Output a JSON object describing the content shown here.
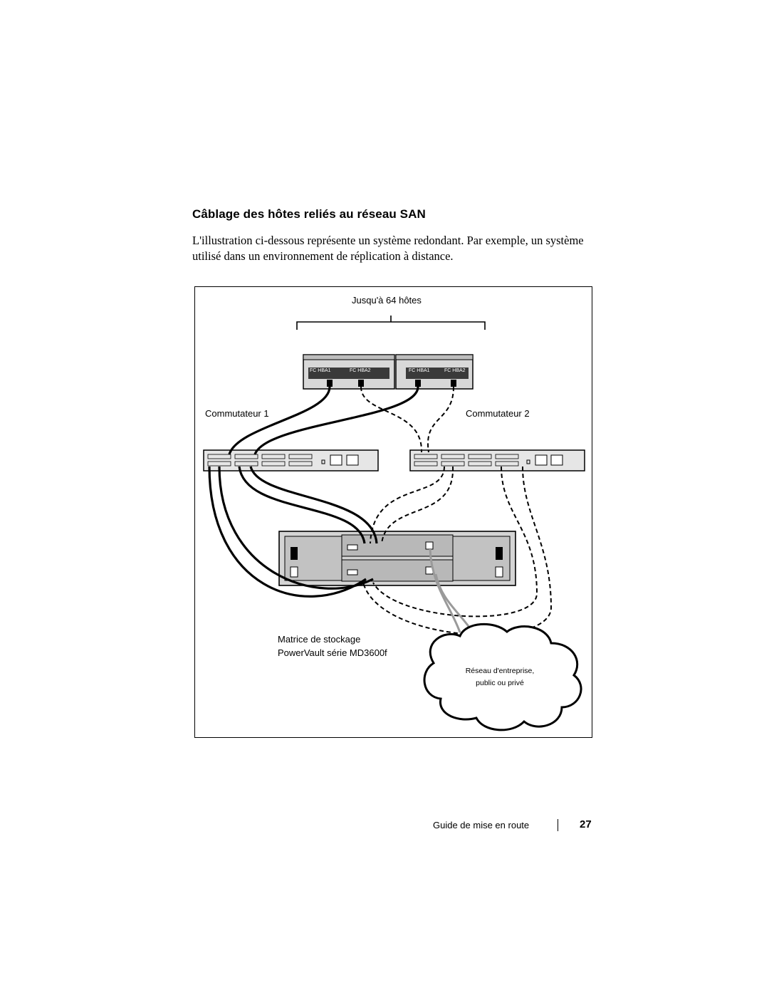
{
  "section": {
    "heading": "Câblage des hôtes reliés au réseau SAN",
    "intro": "L'illustration ci-dessous représente un système redondant. Par exemple, un système utilisé dans un environnement de réplication à distance."
  },
  "figure": {
    "hosts_label": "Jusqu'à 64 hôtes",
    "switch1_label": "Commutateur 1",
    "switch2_label": "Commutateur 2",
    "hba_labels": [
      "FC HBA1",
      "FC HBA2"
    ],
    "storage_label_line1": "Matrice de stockage",
    "storage_label_line2": "PowerVault série MD3600f",
    "network_label_line1": "Réseau d'entreprise,",
    "network_label_line2": "public ou privé"
  },
  "footer": {
    "title": "Guide de mise en route",
    "page_number": "27"
  }
}
